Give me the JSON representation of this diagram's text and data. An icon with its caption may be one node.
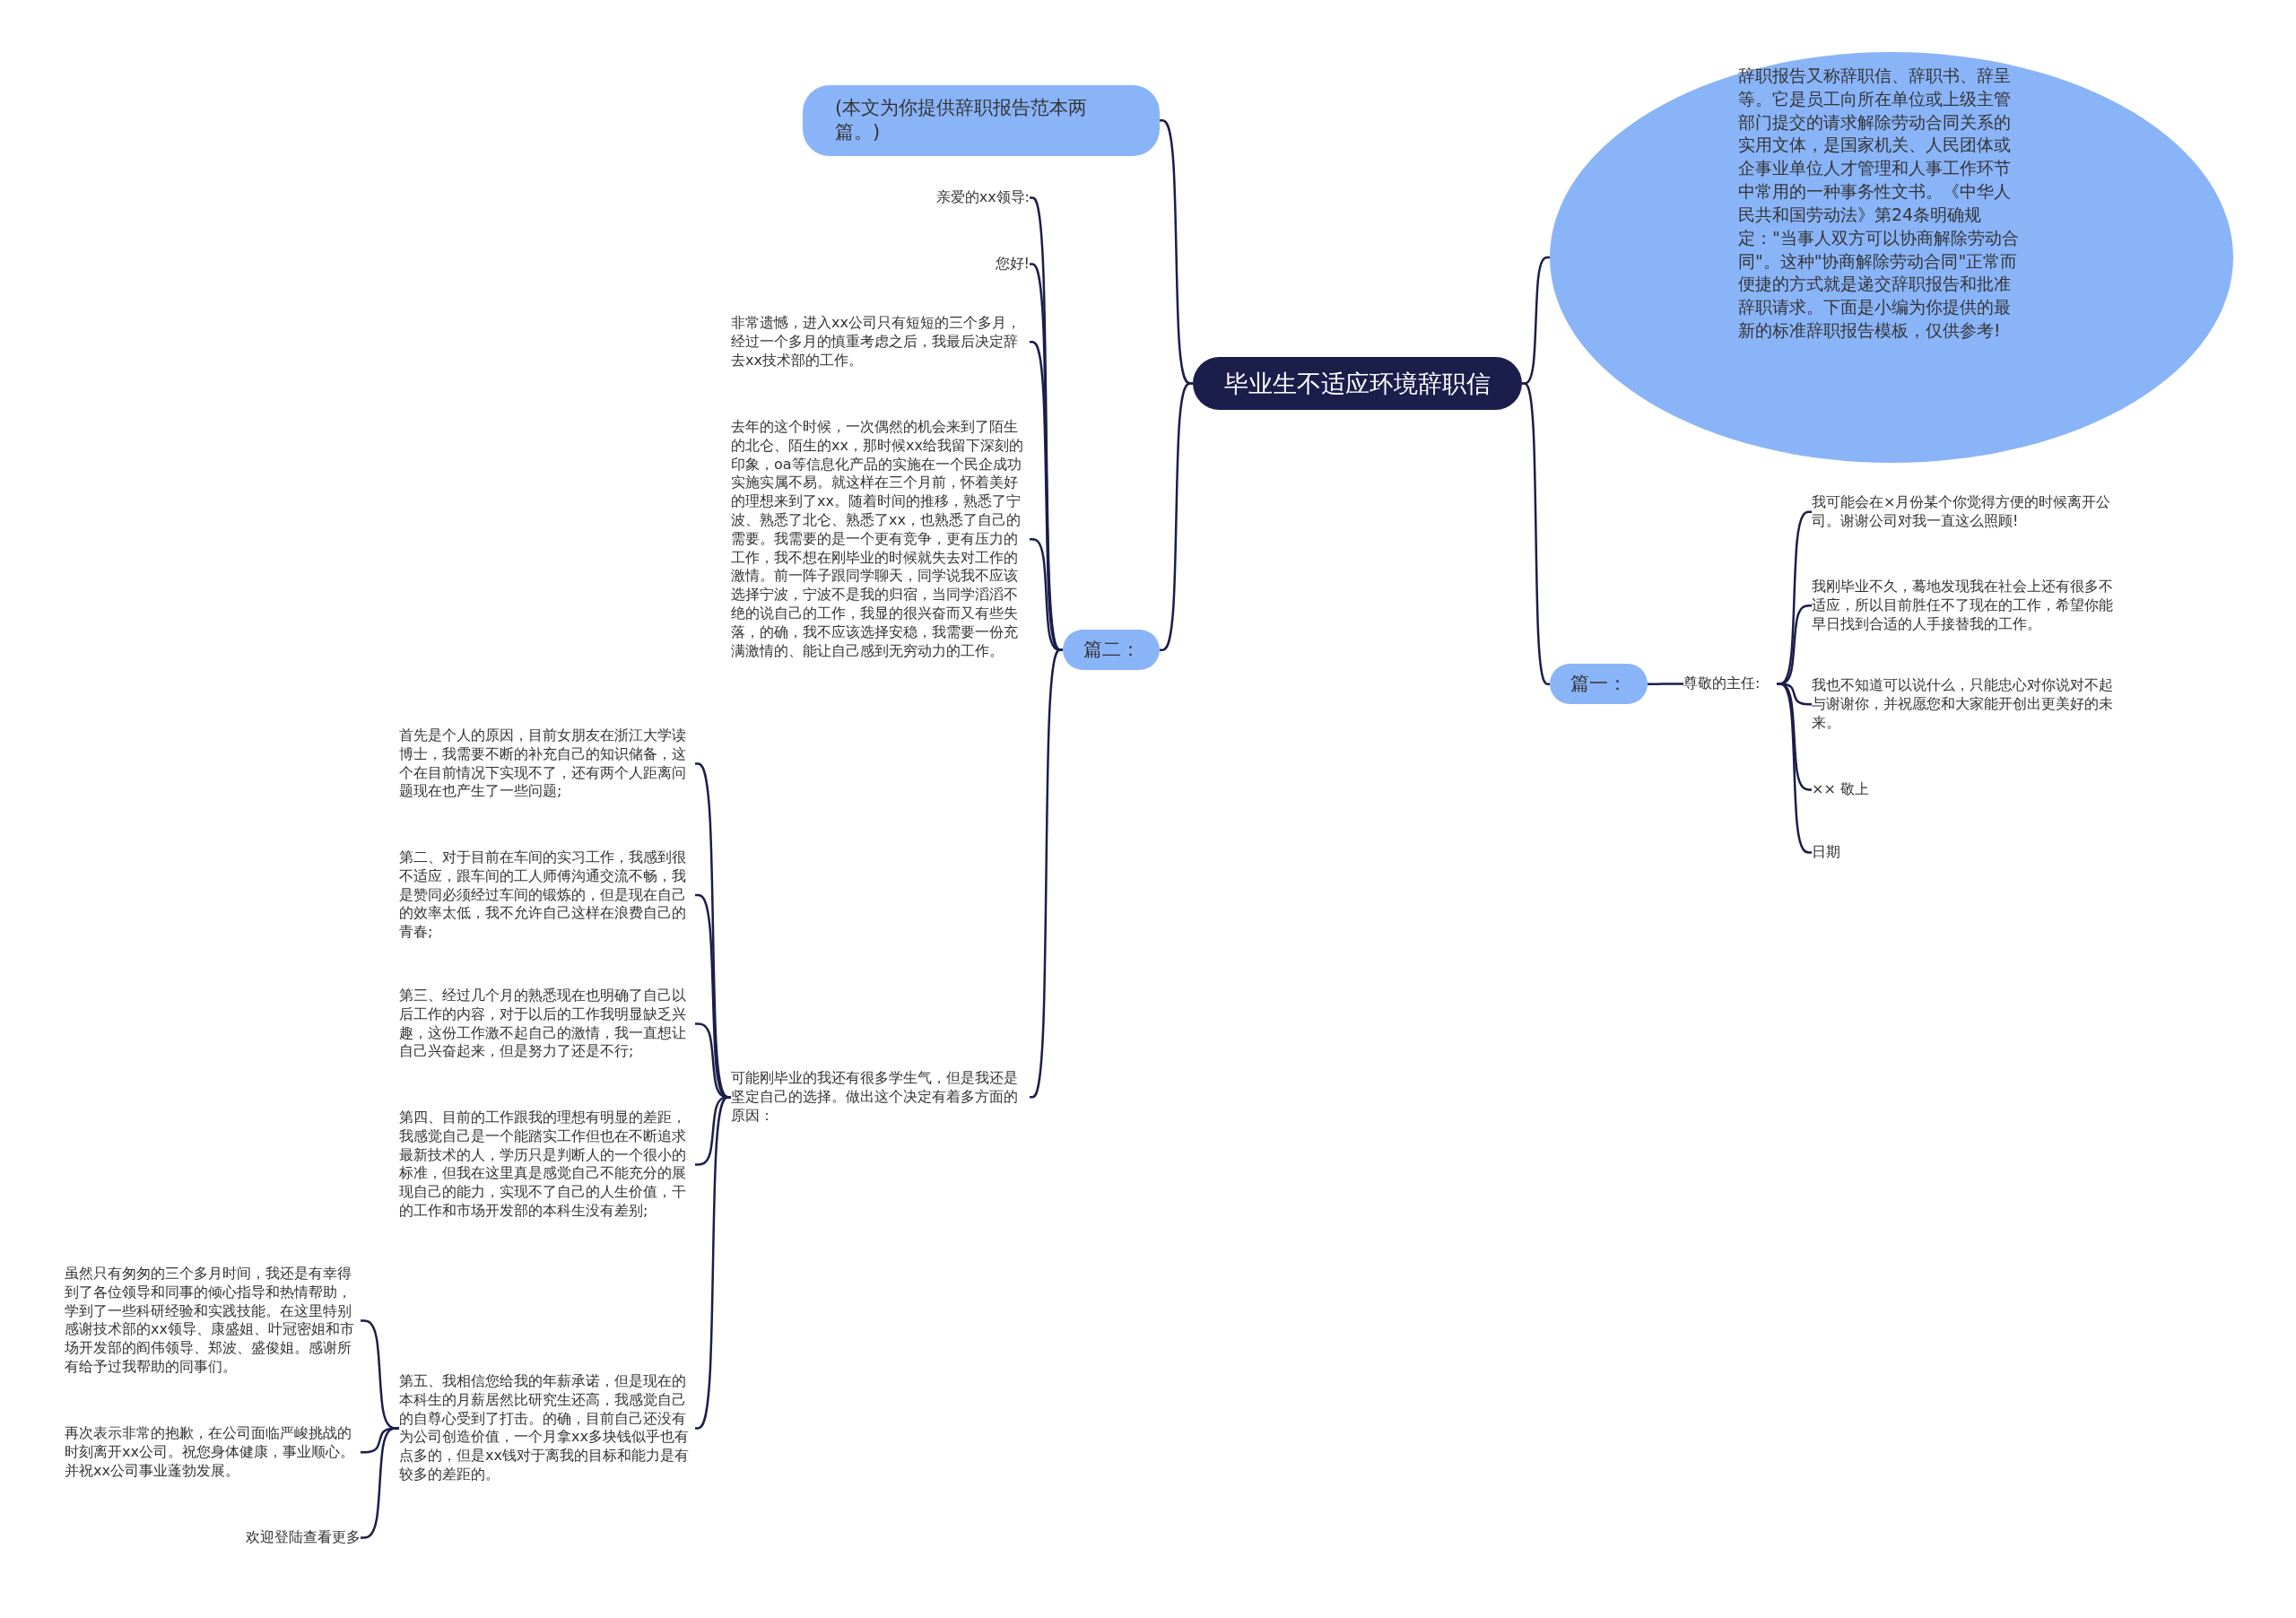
{
  "diagram": {
    "nodes": [
      {
        "text": [
          "毕业生不适应环境辞职信"
        ]
      },
      {
        "text": [
          "(本文为你提供辞职报告范本两篇。)"
        ]
      },
      {
        "text": [
          "辞职报告又称辞职信、辞职书、辞呈等。它是员工向所在单位或上级主管部门提交的请求解除劳动合同关系的实用文体，是国家机关、人民团体或企事业单位人才管理和人事工作环节中常用的一种事务性文书。《中华人民共和国劳动法》第24条明确规定：\"当事人双方可以协商解除劳动合同\"。这种\"协商解除劳动合同\"正常而便捷的方式就是递交辞职报告和批准辞职请求。下面是小编为你提供的最新的标准辞职报告模板，仅供参考!"
        ]
      },
      {
        "text": [
          "篇二："
        ]
      },
      {
        "text": [
          "篇一："
        ]
      },
      {
        "text": [
          "亲爱的xx领导:"
        ]
      },
      {
        "text": [
          "您好!"
        ]
      },
      {
        "text": [
          "非常遗憾，进入xx公司只有短短的三个多月，经过一个多月的慎重考虑之后，我最后决定辞去xx技术部的工作。"
        ]
      },
      {
        "text": [
          "去年的这个时候，一次偶然的机会来到了陌生的北仑、陌生的xx，那时候xx给我留下深刻的印象，oa等信息化产品的实施在一个民企成功实施实属不易。就这样在三个月前，怀着美好的理想来到了xx。随着时间的推移，熟悉了宁波、熟悉了北仑、熟悉了xx，也熟悉了自己的需要。我需要的是一个更有竞争，更有压力的工作，我不想在刚毕业的时候就失去对工作的激情。前一阵子跟同学聊天，同学说我不应该选择宁波，宁波不是我的归宿，当同学滔滔不绝的说自己的工作，我显的很兴奋而又有些失落，的确，我不应该选择安稳，我需要一份充满激情的、能让自己感到无穷动力的工作。"
        ]
      },
      {
        "text": [
          "可能刚毕业的我还有很多学生气，但是我还是坚定自己的选择。做出这个决定有着多方面的原因："
        ]
      },
      {
        "text": [
          "首先是个人的原因，目前女朋友在浙江大学读博士，我需要不断的补充自己的知识储备，这个在目前情况下实现不了，还有两个人距离问题现在也产生了一些问题;"
        ]
      },
      {
        "text": [
          "第二、对于目前在车间的实习工作，我感到很不适应，跟车间的工人师傅沟通交流不畅，我是赞同必须经过车间的锻炼的，但是现在自己的效率太低，我不允许自己这样在浪费自己的青春;"
        ]
      },
      {
        "text": [
          "第三、经过几个月的熟悉现在也明确了自己以后工作的内容，对于以后的工作我明显缺乏兴趣，这份工作激不起自己的激情，我一直想让自己兴奋起来，但是努力了还是不行;"
        ]
      },
      {
        "text": [
          "第四、目前的工作跟我的理想有明显的差距，我感觉自己是一个能踏实工作但也在不断追求最新技术的人，学历只是判断人的一个很小的标准，但我在这里真是感觉自己不能充分的展现自己的能力，实现不了自己的人生价值，干的工作和市场开发部的本科生没有差别;"
        ]
      },
      {
        "text": [
          "第五、我相信您给我的年薪承诺，但是现在的本科生的月薪居然比研究生还高，我感觉自己的自尊心受到了打击。的确，目前自己还没有为公司创造价值，一个月拿xx多块钱似乎也有点多的，但是xx钱对于离我的目标和能力是有较多的差距的。"
        ]
      },
      {
        "text": [
          "虽然只有匆匆的三个多月时间，我还是有幸得到了各位领导和同事的倾心指导和热情帮助，学到了一些科研经验和实践技能。在这里特别感谢技术部的xx领导、康盛姐、叶冠密姐和市场开发部的阎伟领导、郑波、盛俊姐。感谢所有给予过我帮助的同事们。"
        ]
      },
      {
        "text": [
          "再次表示非常的抱歉，在公司面临严峻挑战的时刻离开xx公司。祝您身体健康，事业顺心。并祝xx公司事业蓬勃发展。"
        ]
      },
      {
        "text": [
          "欢迎登陆查看更多"
        ]
      },
      {
        "text": [
          "尊敬的主任:"
        ]
      },
      {
        "text": [
          "我可能会在×月份某个你觉得方便的时候离开公司。谢谢公司对我一直这么照顾!"
        ]
      },
      {
        "text": [
          "我刚毕业不久，蓦地发现我在社会上还有很多不适应，所以目前胜任不了现在的工作，希望你能早日找到合适的人手接替我的工作。"
        ]
      },
      {
        "text": [
          "我也不知道可以说什么，只能忠心对你说对不起与谢谢你，并祝愿您和大家能开创出更美好的未来。"
        ]
      },
      {
        "text": [
          "×× 敬上"
        ]
      },
      {
        "text": [
          "日期"
        ]
      }
    ],
    "edges": [
      {
        "from": 0,
        "to": 1,
        "arrow": "none"
      },
      {
        "from": 0,
        "to": 2,
        "arrow": "none"
      },
      {
        "from": 0,
        "to": 3,
        "arrow": "none"
      },
      {
        "from": 0,
        "to": 4,
        "arrow": "none"
      },
      {
        "from": 3,
        "to": 5,
        "arrow": "none"
      },
      {
        "from": 3,
        "to": 6,
        "arrow": "none"
      },
      {
        "from": 3,
        "to": 7,
        "arrow": "none"
      },
      {
        "from": 3,
        "to": 8,
        "arrow": "none"
      },
      {
        "from": 3,
        "to": 9,
        "arrow": "none"
      },
      {
        "from": 9,
        "to": 10,
        "arrow": "none"
      },
      {
        "from": 9,
        "to": 11,
        "arrow": "none"
      },
      {
        "from": 9,
        "to": 12,
        "arrow": "none"
      },
      {
        "from": 9,
        "to": 13,
        "arrow": "none"
      },
      {
        "from": 9,
        "to": 14,
        "arrow": "none"
      },
      {
        "from": 14,
        "to": 15,
        "arrow": "none"
      },
      {
        "from": 14,
        "to": 16,
        "arrow": "none"
      },
      {
        "from": 14,
        "to": 17,
        "arrow": "none"
      },
      {
        "from": 4,
        "to": 18,
        "arrow": "none"
      },
      {
        "from": 18,
        "to": 19,
        "arrow": "none"
      },
      {
        "from": 18,
        "to": 20,
        "arrow": "none"
      },
      {
        "from": 18,
        "to": 21,
        "arrow": "none"
      },
      {
        "from": 18,
        "to": 22,
        "arrow": "none"
      },
      {
        "from": 18,
        "to": 23,
        "arrow": "none"
      }
    ]
  }
}
